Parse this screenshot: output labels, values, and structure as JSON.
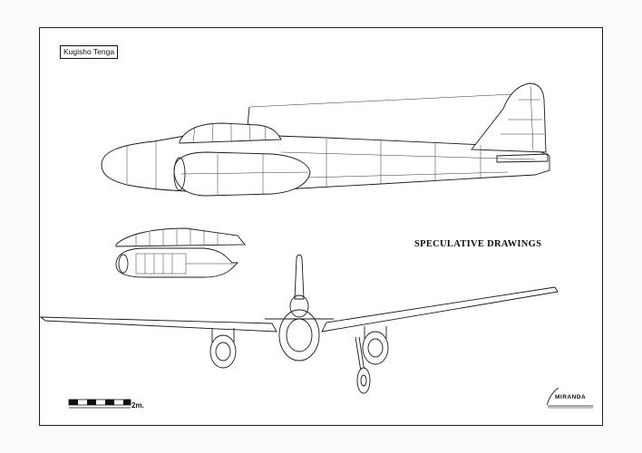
{
  "sheet": {
    "title": "Kugisho Tenga",
    "annotation": "SPECULATIVE DRAWINGS",
    "scale_label": "2m.",
    "maker": "MIRANDA"
  },
  "colors": {
    "line": "#1a1a1a",
    "paper": "#ffffff"
  }
}
